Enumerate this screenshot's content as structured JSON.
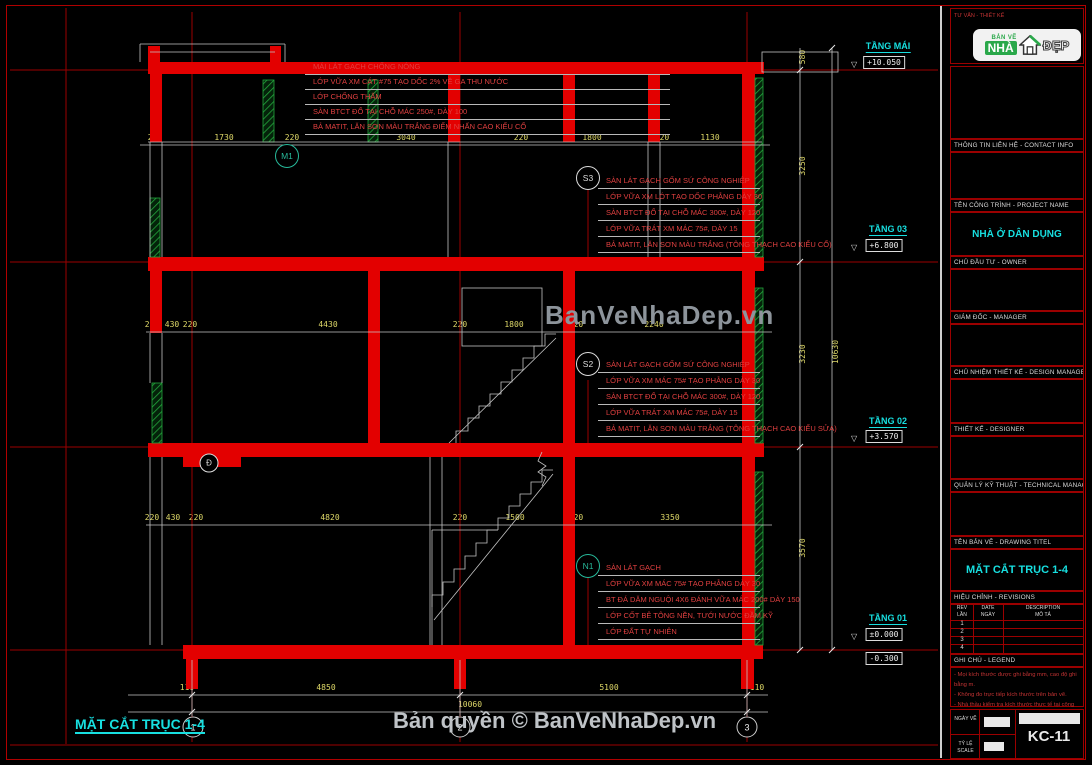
{
  "watermarks": {
    "center": "BanVeNhaDep.vn",
    "copyright": "Bản quyền © BanVeNhaDep.vn"
  },
  "footer": {
    "section_title": "MẶT CẮT TRỤC 1-4"
  },
  "drawing": {
    "axes": [
      "1",
      "2",
      "3"
    ],
    "callouts": {
      "m1": "M1",
      "s3": "S3",
      "s2": "S2",
      "n1": "N1",
      "d": "Đ"
    },
    "levels": [
      {
        "name": "TẦNG MÁI",
        "elev": "+10.050"
      },
      {
        "name": "TẦNG 03",
        "elev": "+6.800"
      },
      {
        "name": "TẦNG 02",
        "elev": "+3.570"
      },
      {
        "name": "TẦNG 01",
        "elev": "±0.000"
      }
    ],
    "sub_elev": "-0.300",
    "notes_roof": [
      "MÁI LÁT GẠCH CHỐNG NÓNG",
      "LỚP VỮA XM CÁT #75 TẠO DỐC 2% VỀ GA THU NƯỚC",
      "LỚP CHỐNG THẤM",
      "SÀN BTCT ĐỔ TẠI CHỖ MÁC 250#, DÀY 100",
      "BẢ MATIT, LĂN SƠN MÀU TRẮNG ĐIỂM NHẤN CAO KIỂU CỔ"
    ],
    "notes_s3": [
      "SÀN LÁT GẠCH GỐM SỨ CÔNG NGHIỆP",
      "LỚP VỮA XM LÓT TẠO DỐC PHẲNG DÀY 30",
      "SÀN BTCT ĐỔ TẠI CHỖ MÁC 300#, DÀY 120",
      "LỚP VỮA TRÁT XM MÁC 75#, DÀY 15",
      "BẢ MATIT, LĂN SƠN MÀU TRẮNG (TÔNG THẠCH CAO KIỂU CỔ)"
    ],
    "notes_s2": [
      "SÀN LÁT GẠCH GỐM SỨ CÔNG NGHIỆP",
      "LỚP VỮA XM MÁC 75# TẠO PHẲNG DÀY 30",
      "SÀN BTCT ĐỔ TẠI CHỖ MÁC 300#, DÀY 120",
      "LỚP VỮA TRÁT XM MÁC 75#, DÀY 15",
      "BẢ MATIT, LĂN SƠN MÀU TRẮNG (TÔNG THẠCH CAO KIỂU SỬA)"
    ],
    "notes_n1": [
      "SÀN LÁT GẠCH",
      "LỚP VỮA XM MÁC 75# TẠO PHẲNG DÀY 30",
      "BT ĐÁ DĂM NGUỘI 4X6 ĐÁNH VỮA MÁC 200# DÀY 150",
      "LỚP CỐT BÊ TÔNG NỀN, TƯỚI NƯỚC ĐẦM KỸ",
      "LỚP ĐẤT TỰ NHIÊN"
    ],
    "dims": {
      "top": [
        "220",
        "1730",
        "220",
        "3040",
        "220",
        "1800",
        "220",
        "1130",
        "220"
      ],
      "mid": [
        "220",
        "430",
        "220",
        "4430",
        "220",
        "1800",
        "220",
        "2240",
        "220"
      ],
      "low": [
        "220",
        "430",
        "220",
        "4820",
        "220",
        "1500",
        "220",
        "3350",
        "220"
      ],
      "bottom": [
        "110",
        "4850",
        "5100",
        "110"
      ],
      "bottom_total": "10060",
      "right": [
        "580",
        "3250",
        "3230",
        "3570"
      ],
      "right_total": "10630"
    }
  },
  "titleblock": {
    "consult_line": "TƯ VẤN - THIẾT KẾ",
    "logo": {
      "brand_top": "BẢN VẼ",
      "brand_main": "NHÀ",
      "brand_suffix": "ĐẸP"
    },
    "contact_header": "THÔNG TIN LIÊN HỆ - CONTACT INFO",
    "project_header": "TÊN CÔNG TRÌNH - PROJECT NAME",
    "project_name": "NHÀ Ở DÂN DỤNG",
    "owner_header": "CHỦ ĐẦU TƯ - OWNER",
    "manager_header": "GIÁM ĐỐC - MANAGER",
    "design_manager_header": "CHỦ NHIỆM THIẾT KẾ - DESIGN MANAGER",
    "designer_header": "THIẾT KẾ - DESIGNER",
    "tech_manager_header": "QUẢN LÝ KỸ THUẬT - TECHNICAL MANAGER",
    "drawing_title_header": "TÊN BẢN VẼ - DRAWING TITEL",
    "drawing_title": "MẶT CẮT TRỤC 1-4",
    "revisions_header": "HIỆU CHỈNH - REVISIONS",
    "rev_cols": {
      "c1a": "REV",
      "c1b": "LẦN",
      "c2a": "DATE",
      "c2b": "NGÀY",
      "c3a": "DESCRIPTION",
      "c3b": "MÔ TẢ"
    },
    "rev_rows": [
      "1",
      "2",
      "3",
      "4"
    ],
    "legend_header": "GHI CHÚ - LEGEND",
    "legend_notes": [
      "- Mọi kích thước được ghi bằng mm, cao độ ghi bằng m.",
      "- Không đo trực tiếp kích thước trên bản vẽ.",
      "- Nhà thầu kiểm tra kích thước thực tế tại công trình trước khi thi công, nếu sai khác báo thiết kế xử lý."
    ],
    "date_label": "NGÀY VẼ",
    "scale_label": "TỶ LỆ SCALE",
    "sheet_no": "KC-11"
  }
}
